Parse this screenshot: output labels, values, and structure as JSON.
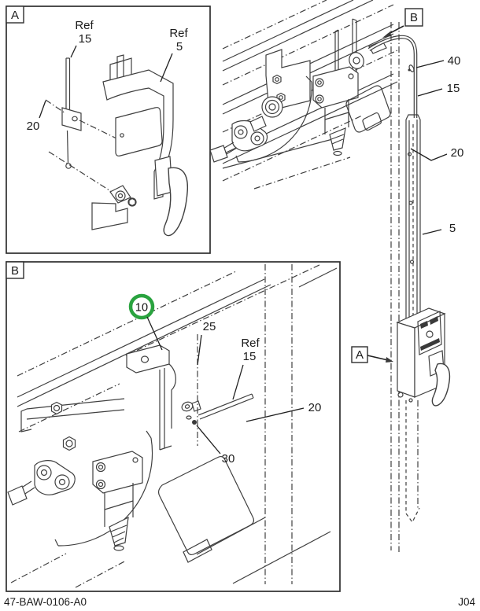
{
  "colors": {
    "line": "#3f3f3f",
    "highlight_green": "#2aa33f",
    "background": "#ffffff"
  },
  "footer": {
    "doc_number": "47-BAW-0106-A0",
    "page_code": "J04"
  },
  "inset_a": {
    "tag": "A",
    "callouts": {
      "ref15": {
        "prefix": "Ref",
        "num": "15"
      },
      "ref5": {
        "prefix": "Ref",
        "num": "5"
      },
      "c20": "20"
    }
  },
  "inset_b": {
    "tag": "B",
    "highlighted_item": "10",
    "callouts": {
      "c10": "10",
      "c25": "25",
      "ref15": {
        "prefix": "Ref",
        "num": "15"
      },
      "c20": "20",
      "c30": "30"
    }
  },
  "main_view": {
    "tag_b": "B",
    "tag_a": "A",
    "callouts": {
      "c40": "40",
      "c15": "15",
      "c20": "20",
      "c5": "5"
    }
  }
}
